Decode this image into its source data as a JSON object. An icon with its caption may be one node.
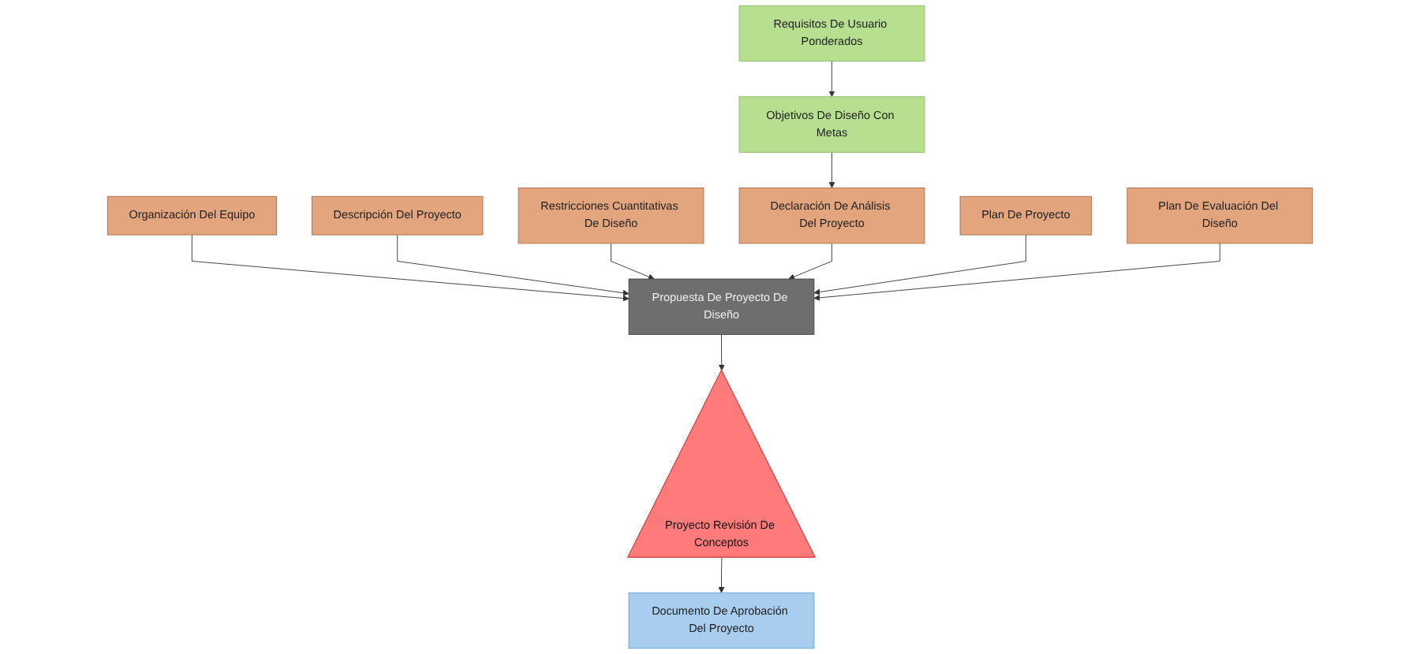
{
  "diagram": {
    "nodes": [
      {
        "text": [
          "Requisitos De Usuario Ponderados"
        ]
      },
      {
        "text": [
          "Objetivos De Diseño Con Metas"
        ]
      },
      {
        "text": [
          "Organización Del Equipo"
        ]
      },
      {
        "text": [
          "Descripción Del Proyecto"
        ]
      },
      {
        "text": [
          "Restricciones Cuantitativas De Diseño"
        ]
      },
      {
        "text": [
          "Declaración De Análisis Del Proyecto"
        ]
      },
      {
        "text": [
          "Plan De Proyecto"
        ]
      },
      {
        "text": [
          "Plan De Evaluación Del Diseño"
        ]
      },
      {
        "text": [
          "Propuesta De Proyecto De Diseño"
        ]
      },
      {
        "text": [
          "Proyecto Revisión De Conceptos"
        ]
      },
      {
        "text": [
          "Documento De Aprobación Del Proyecto"
        ]
      }
    ],
    "edges": [
      {
        "from": 0,
        "to": 1,
        "arrow": "to"
      },
      {
        "from": 1,
        "to": 5,
        "arrow": "to"
      },
      {
        "from": 2,
        "to": 8,
        "arrow": "to"
      },
      {
        "from": 3,
        "to": 8,
        "arrow": "to"
      },
      {
        "from": 4,
        "to": 8,
        "arrow": "to"
      },
      {
        "from": 5,
        "to": 8,
        "arrow": "to"
      },
      {
        "from": 6,
        "to": 8,
        "arrow": "to"
      },
      {
        "from": 7,
        "to": 8,
        "arrow": "to"
      },
      {
        "from": 8,
        "to": 9,
        "arrow": "to"
      },
      {
        "from": 9,
        "to": 10,
        "arrow": "to"
      }
    ]
  }
}
